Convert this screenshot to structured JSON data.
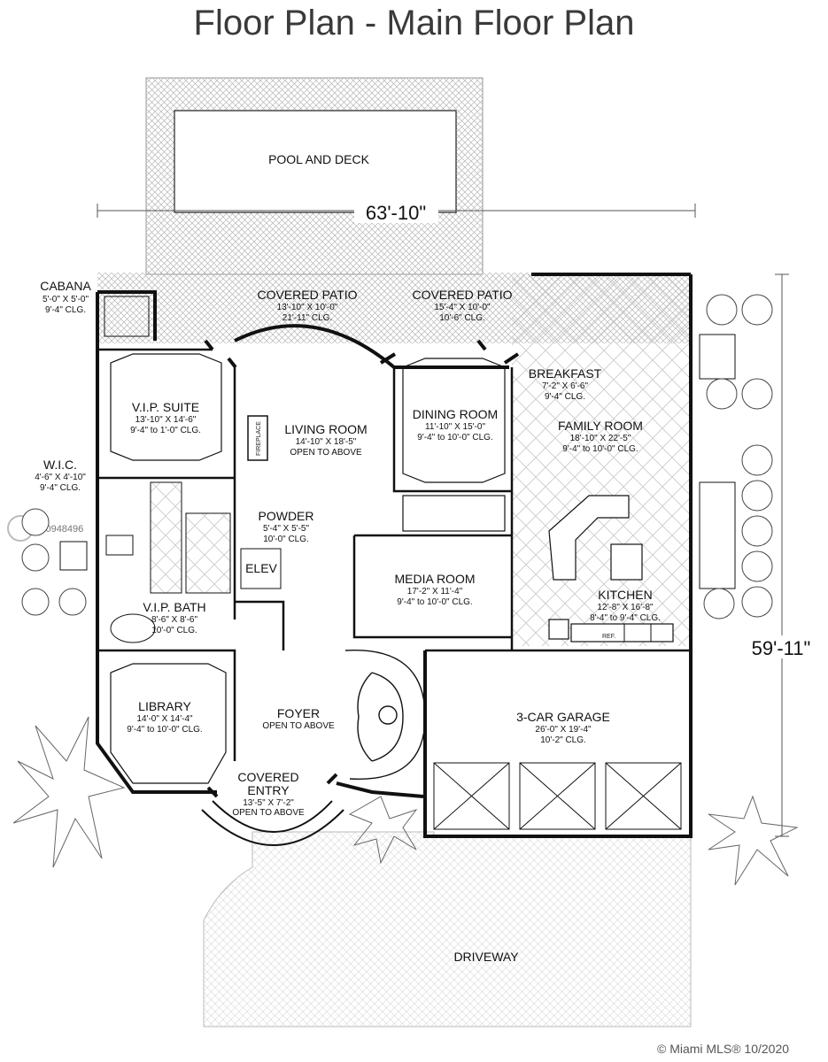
{
  "title": "Floor Plan - Main Floor Plan",
  "dimensions": {
    "width": "63'-10\"",
    "depth": "59'-11\""
  },
  "rooms": {
    "pool": {
      "name": "POOL AND DECK"
    },
    "cabana": {
      "name": "CABANA",
      "size": "5'-0\" X 5'-0\"",
      "clg": "9'-4\" CLG."
    },
    "patio1": {
      "name": "COVERED PATIO",
      "size": "13'-10\" X 10'-0\"",
      "clg": "21'-11\" CLG."
    },
    "patio2": {
      "name": "COVERED PATIO",
      "size": "15'-4\" X 10'-0\"",
      "clg": "10'-6\" CLG."
    },
    "vip_suite": {
      "name": "V.I.P. SUITE",
      "size": "13'-10\" X 14'-6\"",
      "clg": "9'-4\" to 1'-0\" CLG."
    },
    "living": {
      "name": "LIVING ROOM",
      "size": "14'-10\" X 18'-5\"",
      "clg": "OPEN TO ABOVE"
    },
    "dining": {
      "name": "DINING ROOM",
      "size": "11'-10\" X 15'-0\"",
      "clg": "9'-4\" to 10'-0\" CLG."
    },
    "breakfast": {
      "name": "BREAKFAST",
      "size": "7'-2\" X 6'-6\"",
      "clg": "9'-4\" CLG."
    },
    "family": {
      "name": "FAMILY ROOM",
      "size": "18'-10\" X 22'-5\"",
      "clg": "9'-4\" to 10'-0\" CLG."
    },
    "wic": {
      "name": "W.I.C.",
      "size": "4'-6\" X 4'-10\"",
      "clg": "9'-4\" CLG."
    },
    "powder": {
      "name": "POWDER",
      "size": "5'-4\" X 5'-5\"",
      "clg": "10'-0\" CLG."
    },
    "elev": {
      "name": "ELEV"
    },
    "media": {
      "name": "MEDIA ROOM",
      "size": "17'-2\" X 11'-4\"",
      "clg": "9'-4\" to 10'-0\" CLG."
    },
    "kitchen": {
      "name": "KITCHEN",
      "size": "12'-8\" X 16'-8\"",
      "clg": "8'-4\" to 9'-4\" CLG."
    },
    "vip_bath": {
      "name": "V.I.P. BATH",
      "size": "8'-6\" X 8'-6\"",
      "clg": "10'-0\" CLG."
    },
    "library": {
      "name": "LIBRARY",
      "size": "14'-0\" X 14'-4\"",
      "clg": "9'-4\" to 10'-0\" CLG."
    },
    "foyer": {
      "name": "FOYER",
      "clg": "OPEN TO ABOVE"
    },
    "garage": {
      "name": "3-CAR GARAGE",
      "size": "26'-0\" X 19'-4\"",
      "clg": "10'-2\" CLG."
    },
    "entry": {
      "name1": "COVERED",
      "name2": "ENTRY",
      "size": "13'-5\" X 7'-2\"",
      "clg": "OPEN TO ABOVE"
    },
    "driveway": {
      "name": "DRIVEWAY"
    }
  },
  "fixtures": {
    "fireplace": "FIREPLACE",
    "ref": "REF."
  },
  "watermark": {
    "mls_id": "A10948496",
    "credit": "© Miami MLS® 10/2020"
  }
}
